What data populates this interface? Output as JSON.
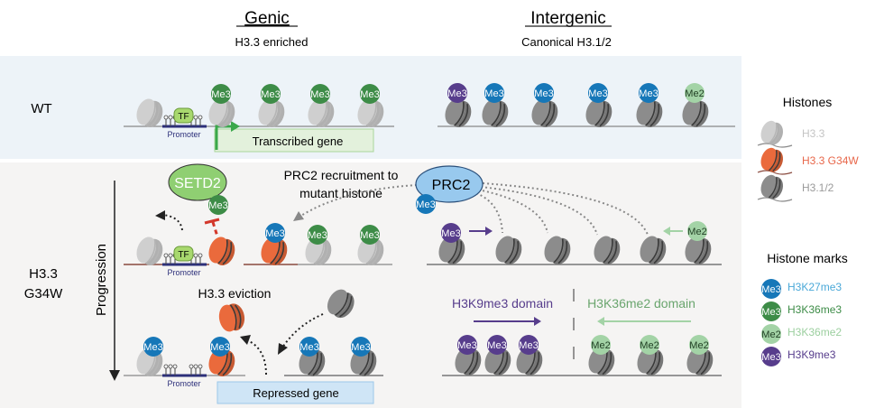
{
  "headers": {
    "genic": {
      "title": "Genic",
      "subtitle": "H3.3 enriched"
    },
    "intergenic": {
      "title": "Intergenic",
      "subtitle": "Canonical H3.1/2"
    }
  },
  "rows": {
    "wt": {
      "label": "WT"
    },
    "mutant": {
      "label_line1": "H3.3",
      "label_line2": "G34W"
    },
    "progression_label": "Progression"
  },
  "genic": {
    "tf_label": "TF",
    "promoter_label": "Promoter",
    "transcribed_gene": "Transcribed gene",
    "repressed_gene": "Repressed gene",
    "setd2_label": "SETD2",
    "prc2_recruitment_line1": "PRC2 recruitment to",
    "prc2_recruitment_line2": "mutant histone",
    "eviction_label": "H3.3 eviction"
  },
  "intergenic": {
    "prc2_label": "PRC2",
    "h3k9me3_domain": "H3K9me3 domain",
    "h3k36me2_domain": "H3K36me2 domain"
  },
  "legend": {
    "histones_title": "Histones",
    "histones": [
      {
        "key": "h33",
        "label": "H3.3",
        "color": "#cfcfcf",
        "text_color": "#c4c4c4"
      },
      {
        "key": "g34w",
        "label": "H3.3 G34W",
        "color": "#ea6a3c",
        "text_color": "#e8674a"
      },
      {
        "key": "h312",
        "label": "H3.1/2",
        "color": "#8c8c8c",
        "text_color": "#9a9a9a"
      }
    ],
    "marks_title": "Histone marks",
    "marks": [
      {
        "key": "k27",
        "badge": "Me3",
        "label": "H3K27me3",
        "color": "#1677b8",
        "text_color": "#4aa8d8"
      },
      {
        "key": "k36me3",
        "badge": "Me3",
        "label": "H3K36me3",
        "color": "#3d8c47",
        "text_color": "#3d8c47"
      },
      {
        "key": "k36me2",
        "badge": "Me2",
        "label": "H3K36me2",
        "color": "#a3d3a6",
        "text_color": "#9ccf9f"
      },
      {
        "key": "k9",
        "badge": "Me3",
        "label": "H3K9me3",
        "color": "#573d8c",
        "text_color": "#573d8c"
      }
    ]
  },
  "colors": {
    "wt_band": "#edf3f8",
    "mutant_band": "#f5f4f3",
    "promoter": "#2c2f7a",
    "tf": "#a8d86e",
    "setd2": "#8fcf72",
    "prc2": "#98c9ee",
    "inhibit": "#d3382b"
  }
}
